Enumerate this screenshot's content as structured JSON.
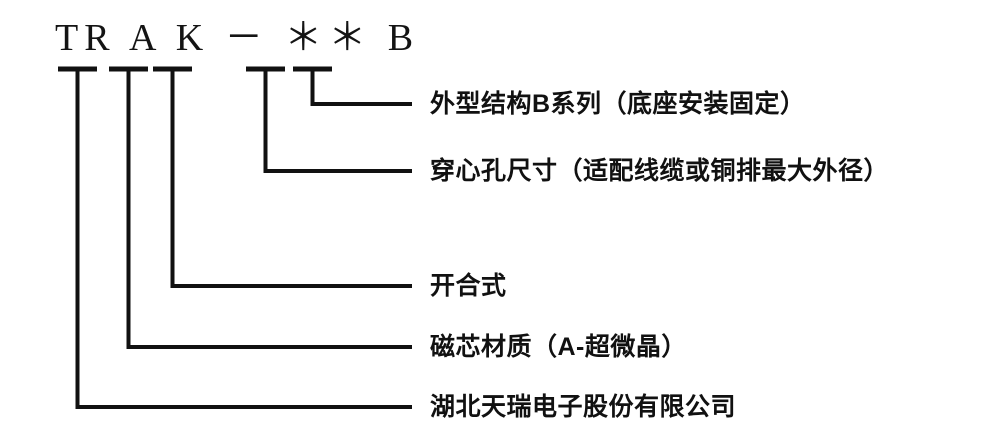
{
  "diagram": {
    "type": "model-number-breakdown",
    "model_code": "TR A K － ＊＊ B",
    "model_code_plain": "TRAK-**B",
    "ink_color": "#111111",
    "background_color": "#ffffff",
    "segments": [
      {
        "token": "TR",
        "meaning": "湖北天瑞电子股份有限公司"
      },
      {
        "token": "A",
        "meaning": "磁芯材质（A-超微晶）"
      },
      {
        "token": "K",
        "meaning": "开合式"
      },
      {
        "token": "**",
        "meaning": "穿心孔尺寸（适配线缆或铜排最大外径）"
      },
      {
        "token": "B",
        "meaning": "外型结构B系列（底座安装固定）"
      }
    ],
    "callouts": [
      {
        "id": "callout-shape-series",
        "text": "外型结构B系列（底座安装固定）"
      },
      {
        "id": "callout-hole-size",
        "text": "穿心孔尺寸（适配线缆或铜排最大外径）"
      },
      {
        "id": "callout-split-core",
        "text": "开合式"
      },
      {
        "id": "callout-core-material",
        "text": "磁芯材质（A-超微晶）"
      },
      {
        "id": "callout-company",
        "text": "湖北天瑞电子股份有限公司"
      }
    ]
  }
}
